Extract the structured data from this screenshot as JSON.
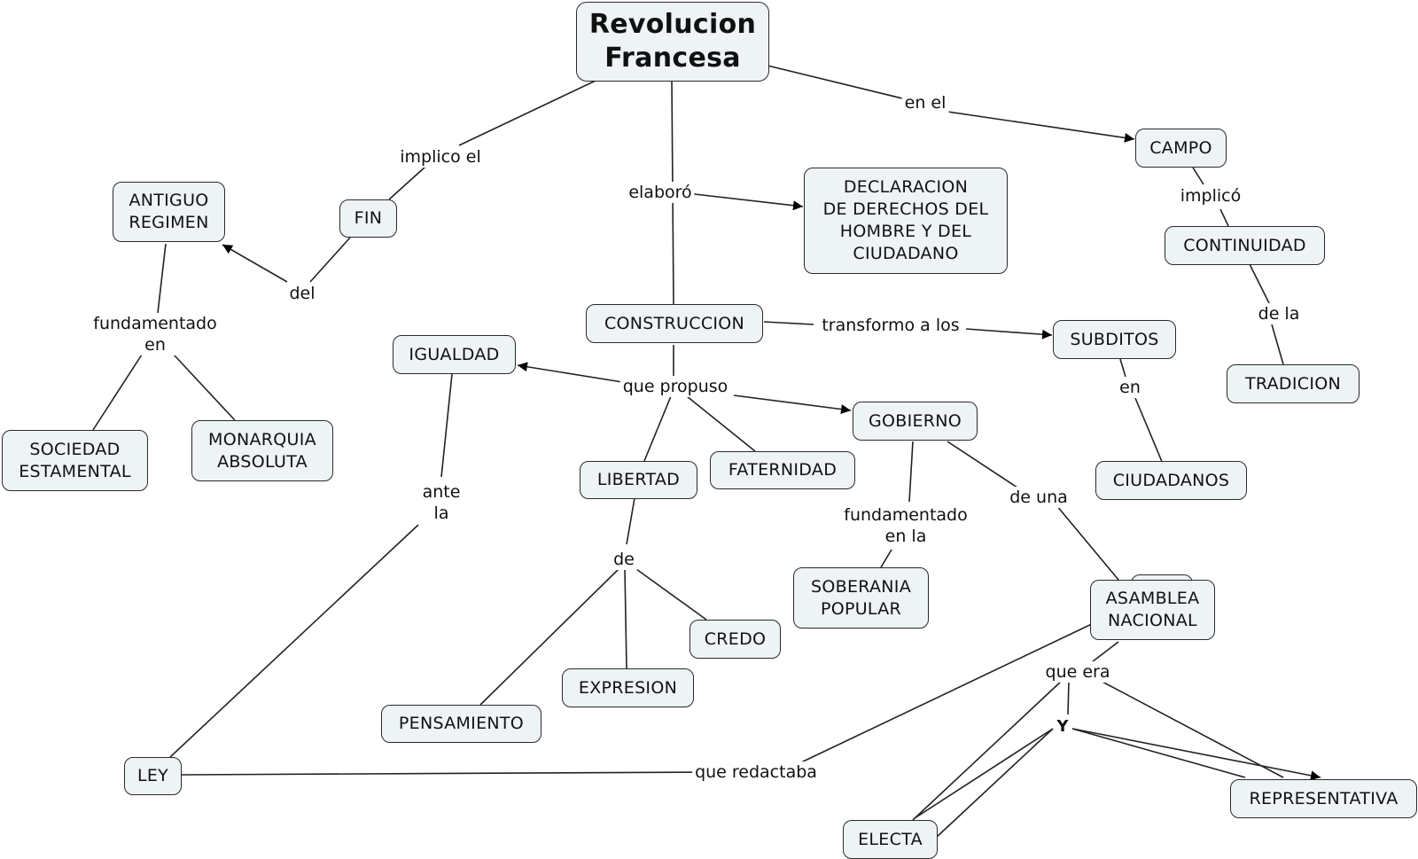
{
  "concept_map": {
    "nodes": {
      "revolucion": "Revolucion\nFrancesa",
      "campo": "CAMPO",
      "continuidad": "CONTINUIDAD",
      "tradicion": "TRADICION",
      "declaracion": "DECLARACION\nDE DERECHOS DEL\nHOMBRE Y DEL\nCIUDADANO",
      "antiguo": "ANTIGUO\nREGIMEN",
      "fin": "FIN",
      "construccion": "CONSTRUCCION",
      "subditos": "SUBDITOS",
      "igualdad": "IGUALDAD",
      "gobierno": "GOBIERNO",
      "libertad": "LIBERTAD",
      "faternidad": "FATERNIDAD",
      "sociedad": "SOCIEDAD\nESTAMENTAL",
      "monarquia": "MONARQUIA\nABSOLUTA",
      "ciudadanos": "CIUDADANOS",
      "soberania": "SOBERANIA\nPOPULAR",
      "asamblea": "ASAMBLEA\nNACIONAL",
      "credo": "CREDO",
      "expresion": "EXPRESION",
      "pensamiento": "PENSAMIENTO",
      "ley": "LEY",
      "representativa": "REPRESENTATIVA",
      "electa": "ELECTA"
    },
    "links": {
      "en_el": "en el",
      "implico_el": "implico el",
      "elaboro": "elaboró",
      "implico": "implicó",
      "del": "del",
      "de_la": "de la",
      "fundamentado_en": "fundamentado\nen",
      "transformo": "transformo a los",
      "que_propuso": "que propuso",
      "en": "en",
      "ante_la": "ante\nla",
      "de_una": "de una",
      "fundamentado_en_la": "fundamentado\nen la",
      "de": "de",
      "que_era": "que era",
      "y": "Y",
      "que_redactaba": "que redactaba"
    }
  }
}
